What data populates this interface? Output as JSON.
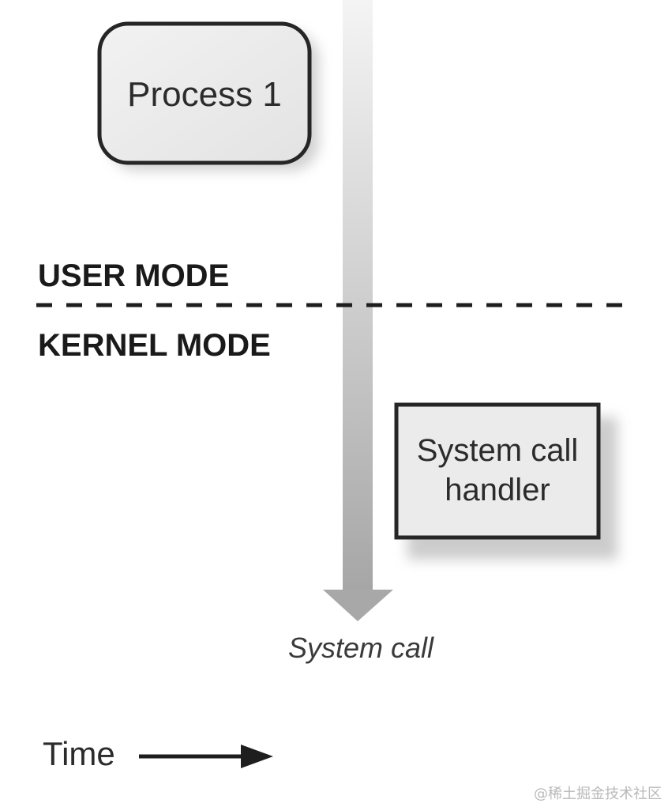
{
  "process_box": {
    "label": "Process 1"
  },
  "modes": {
    "user": "USER MODE",
    "kernel": "KERNEL MODE"
  },
  "handler_box": {
    "line1": "System call",
    "line2": "handler"
  },
  "syscall_label": "System call",
  "time_label": "Time",
  "watermark": "@稀土掘金技术社区",
  "colors": {
    "box_fill": "#ececec",
    "box_stroke": "#262626",
    "arrow_top": "#ececec",
    "arrow_bottom": "#a9a9a9",
    "text": "#1a1a1a"
  }
}
